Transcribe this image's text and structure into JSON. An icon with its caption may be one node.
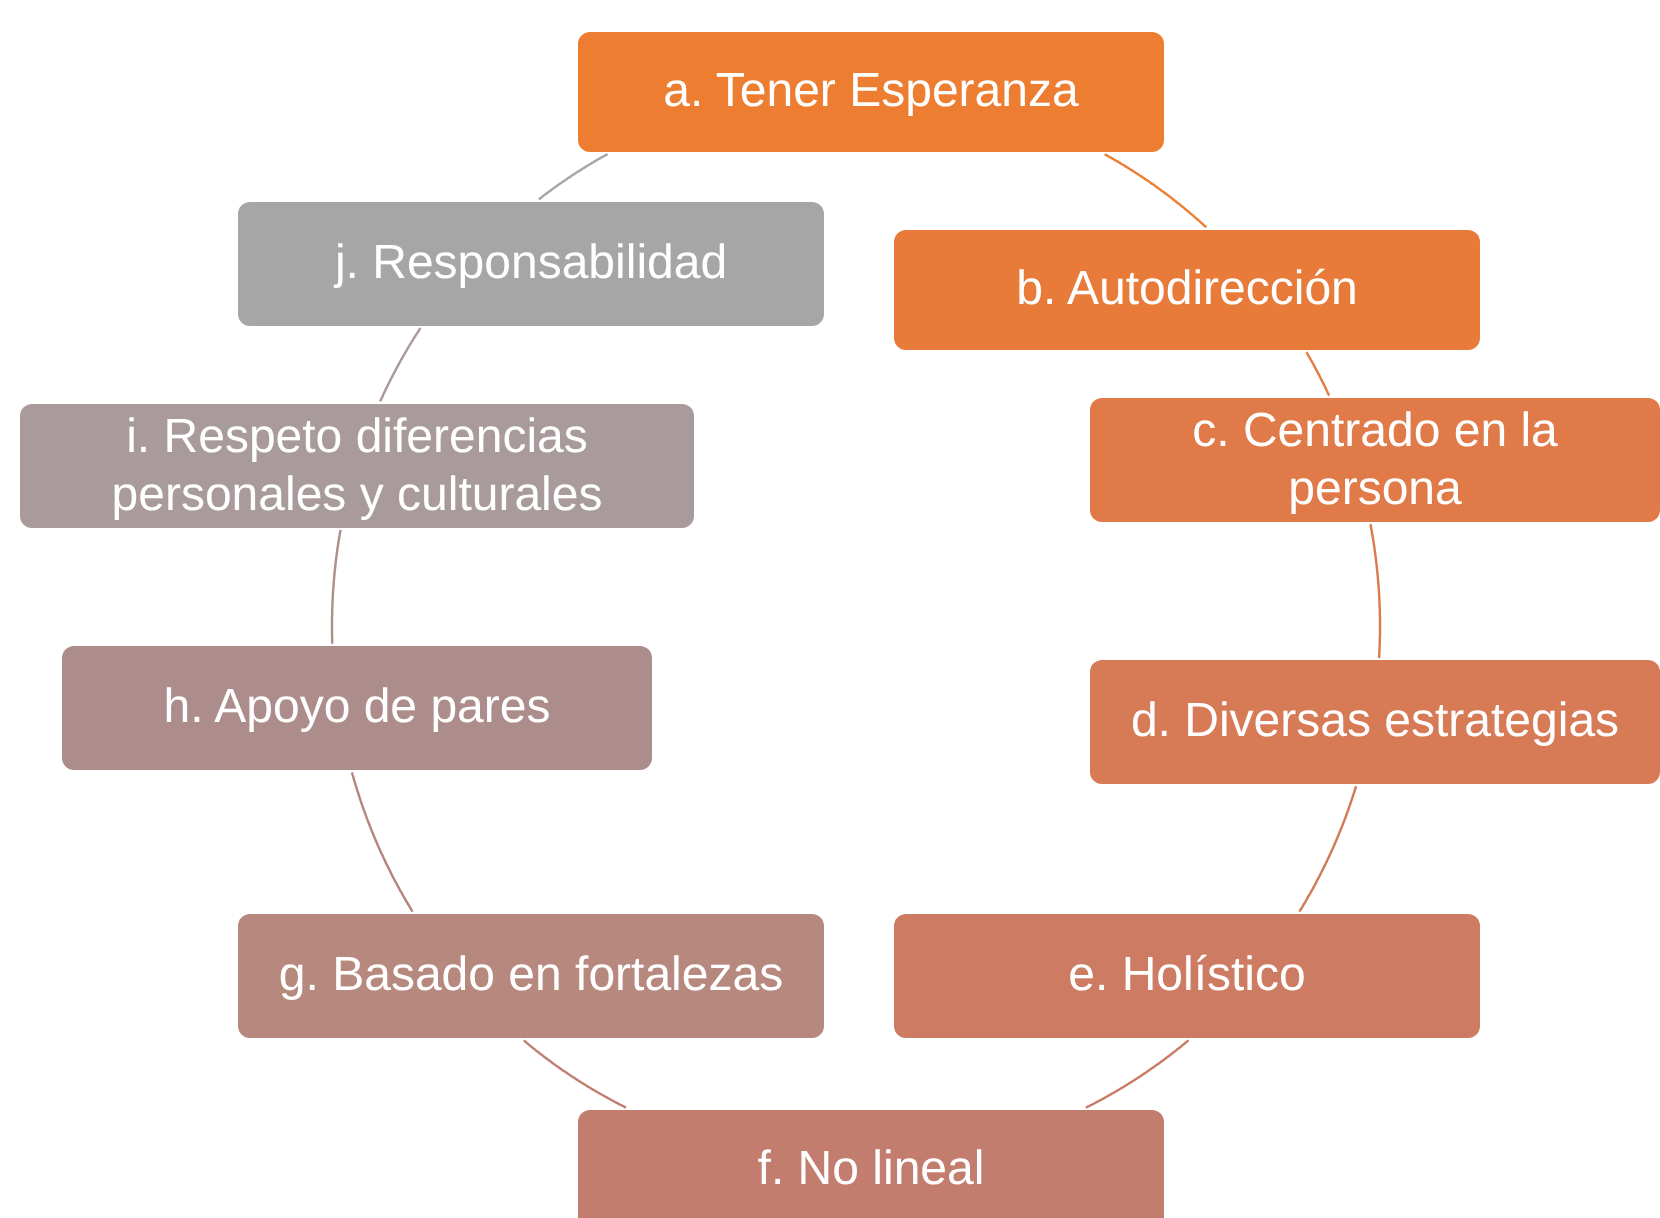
{
  "diagram": {
    "nodes": [
      {
        "text": [
          "a. Tener Esperanza"
        ]
      },
      {
        "text": [
          "b. Autodirección"
        ]
      },
      {
        "text": [
          "c. Centrado en la persona"
        ]
      },
      {
        "text": [
          "d. Diversas estrategias"
        ]
      },
      {
        "text": [
          "e. Holístico"
        ]
      },
      {
        "text": [
          "f. No lineal"
        ]
      },
      {
        "text": [
          "g. Basado en fortalezas"
        ]
      },
      {
        "text": [
          "h. Apoyo de pares"
        ]
      },
      {
        "text": [
          "i. Respeto diferencias personales y culturales"
        ]
      },
      {
        "text": [
          "j. Responsabilidad"
        ]
      }
    ],
    "edges": [
      {
        "from": 0,
        "to": 1,
        "arrow": "none",
        "color": "#ed7d31"
      },
      {
        "from": 1,
        "to": 2,
        "arrow": "none",
        "color": "#e57b3e"
      },
      {
        "from": 2,
        "to": 3,
        "arrow": "none",
        "color": "#dc7a4c"
      },
      {
        "from": 3,
        "to": 4,
        "arrow": "none",
        "color": "#d27a58"
      },
      {
        "from": 4,
        "to": 5,
        "arrow": "none",
        "color": "#c87b64"
      },
      {
        "from": 5,
        "to": 6,
        "arrow": "none",
        "color": "#bf7f70"
      },
      {
        "from": 6,
        "to": 7,
        "arrow": "none",
        "color": "#b5867c"
      },
      {
        "from": 7,
        "to": 8,
        "arrow": "none",
        "color": "#ae8e8a"
      },
      {
        "from": 8,
        "to": 9,
        "arrow": "none",
        "color": "#a89a9a"
      },
      {
        "from": 9,
        "to": 0,
        "arrow": "none",
        "color": "#a5a5a5"
      }
    ]
  }
}
